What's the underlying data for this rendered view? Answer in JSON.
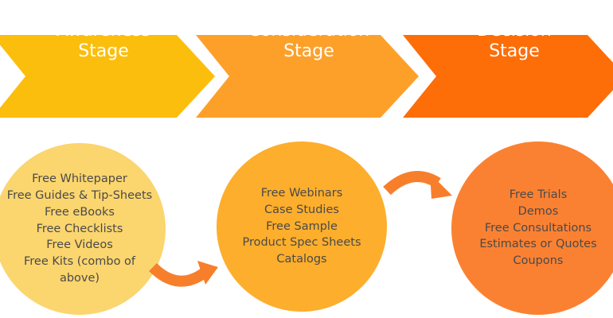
{
  "colors": {
    "awareness_chevron": "#fcbe0c",
    "consideration_chevron": "#fda02a",
    "decision_chevron": "#fd6d08",
    "awareness_circle": "#fbd56e",
    "consideration_circle": "#fdae2c",
    "decision_circle": "#fb8132",
    "arrow": "#f77f2c"
  },
  "stages": [
    {
      "line1": "Awareness",
      "line2": "Stage"
    },
    {
      "line1": "Consideration",
      "line2": "Stage"
    },
    {
      "line1": "Decision",
      "line2": "Stage"
    }
  ],
  "awareness_items": [
    "Free Whitepaper",
    "Free Guides & Tip-Sheets",
    "Free eBooks",
    "Free Checklists",
    "Free Videos",
    "Free Kits (combo of",
    "above)"
  ],
  "consideration_items": [
    "Free Webinars",
    "Case Studies",
    "Free Sample",
    "Product Spec Sheets",
    "Catalogs"
  ],
  "decision_items": [
    "Free Trials",
    "Demos",
    "Free Consultations",
    "Estimates or Quotes",
    "Coupons"
  ]
}
